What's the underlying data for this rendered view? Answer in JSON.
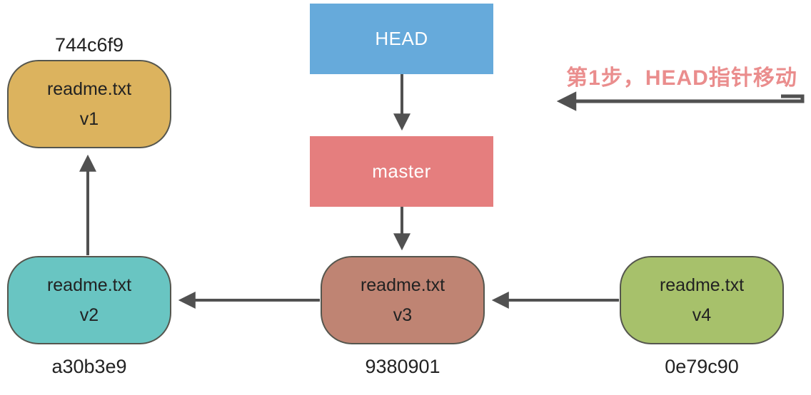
{
  "colors": {
    "head": "#66aadb",
    "master": "#e57e7e",
    "commit_v1": "#dcb35e",
    "commit_v2": "#69c5c2",
    "commit_v3": "#bf8473",
    "commit_v4": "#a7c16b",
    "node_border": "#55564e",
    "arrow": "#515151",
    "text_dark": "#222222",
    "annotation": "#ea8d8d",
    "pointer_text": "#ffffff"
  },
  "pointers": {
    "head": {
      "label": "HEAD"
    },
    "master": {
      "label": "master"
    }
  },
  "commits": {
    "v1": {
      "file": "readme.txt",
      "version": "v1",
      "hash": "744c6f9",
      "hash_position": "above"
    },
    "v2": {
      "file": "readme.txt",
      "version": "v2",
      "hash": "a30b3e9",
      "hash_position": "below"
    },
    "v3": {
      "file": "readme.txt",
      "version": "v3",
      "hash": "9380901",
      "hash_position": "below"
    },
    "v4": {
      "file": "readme.txt",
      "version": "v4",
      "hash": "0e79c90",
      "hash_position": "below"
    }
  },
  "annotation": {
    "text": "第1步，HEAD指针移动"
  },
  "edges": [
    {
      "from": "HEAD",
      "to": "master",
      "direction": "down"
    },
    {
      "from": "master",
      "to": "commit-9380901",
      "direction": "down"
    },
    {
      "from": "commit-a30b3e9",
      "to": "commit-744c6f9",
      "direction": "up"
    },
    {
      "from": "commit-9380901",
      "to": "commit-a30b3e9",
      "direction": "left"
    },
    {
      "from": "commit-0e79c90",
      "to": "commit-9380901",
      "direction": "left"
    },
    {
      "from": "annotation-hook",
      "to": "leftward",
      "direction": "left"
    }
  ]
}
